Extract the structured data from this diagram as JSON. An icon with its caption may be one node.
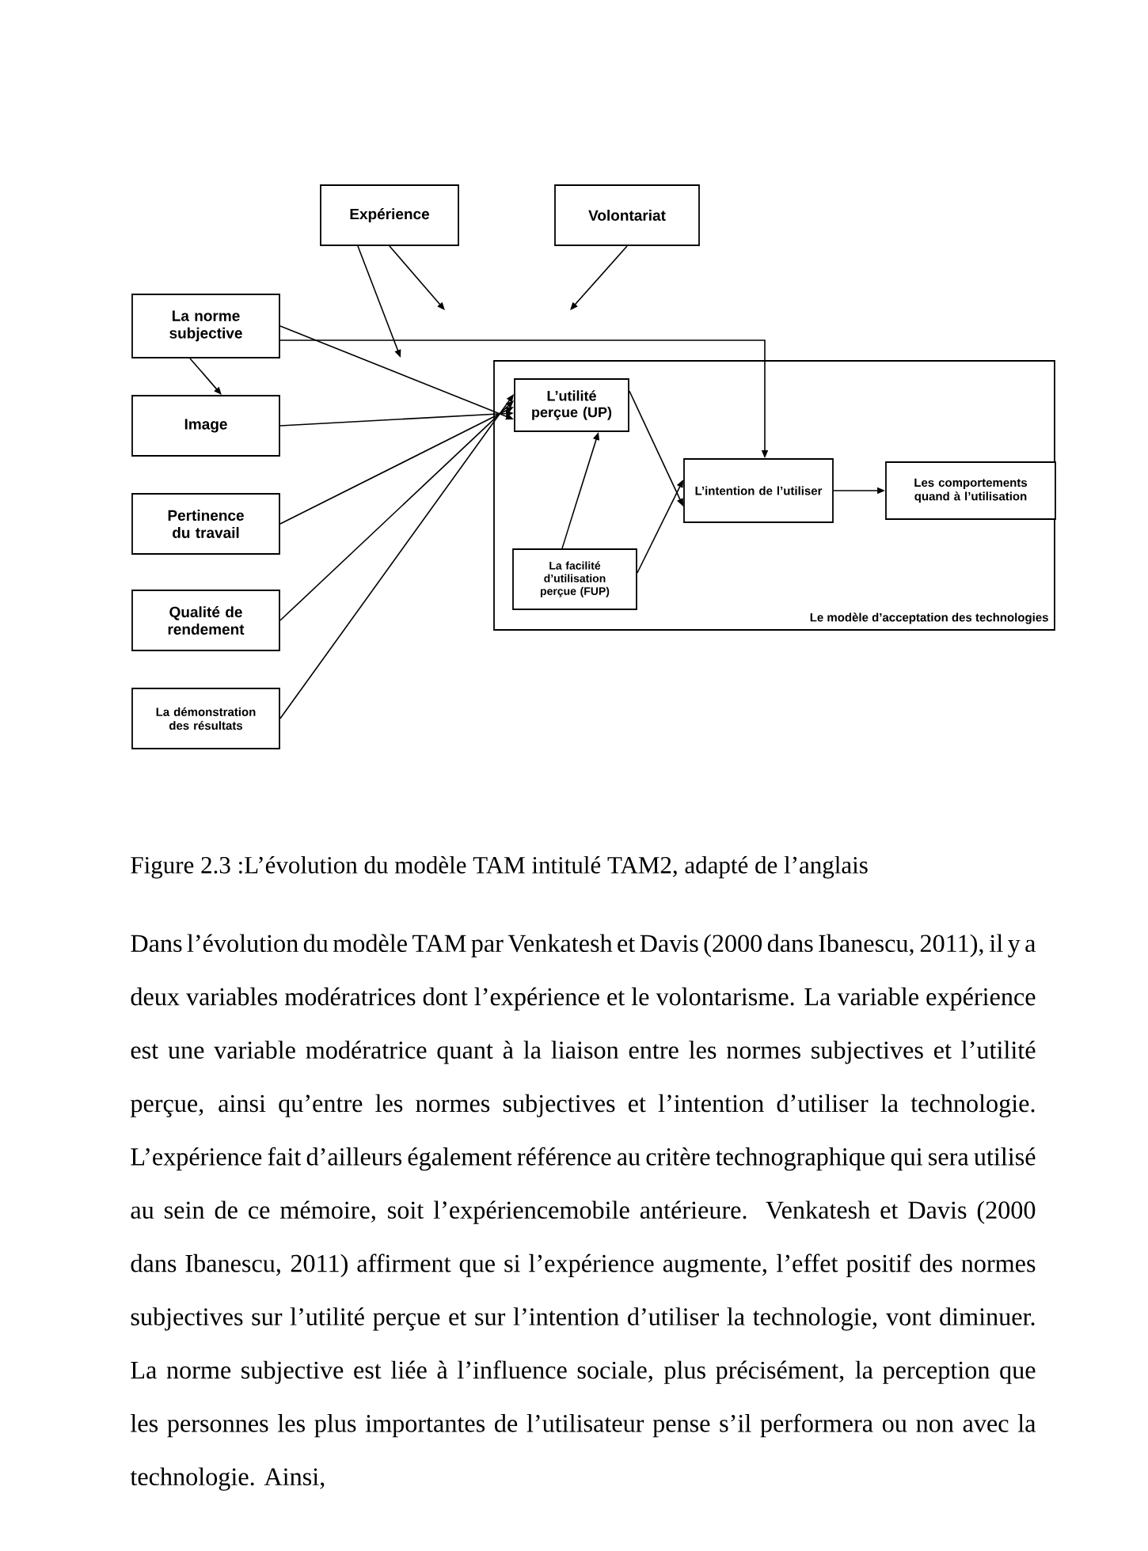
{
  "diagram": {
    "caption": "Figure 2.3 :L’évolution du modèle TAM intitulé TAM2, adapté de l’anglais",
    "nodes": [
      {
        "text": [
          "Expérience"
        ]
      },
      {
        "text": [
          "Volontariat"
        ]
      },
      {
        "text": [
          "La norme subjective"
        ]
      },
      {
        "text": [
          "Image"
        ]
      },
      {
        "text": [
          "Pertinence du travail"
        ]
      },
      {
        "text": [
          "Qualité de rendement"
        ]
      },
      {
        "text": [
          "La démonstration des résultats"
        ]
      },
      {
        "text": [
          "Le modèle d’acceptation des technologies"
        ]
      },
      {
        "text": [
          "L’utilité perçue (UP)"
        ],
        "in": 7
      },
      {
        "text": [
          "La facilité d’utilisation perçue (FUP)"
        ],
        "in": 7
      },
      {
        "text": [
          "L’intention de l’utiliser"
        ],
        "in": 7
      },
      {
        "text": [
          "Les comportements quand à l’utilisation"
        ],
        "in": 7
      }
    ],
    "edges": [
      {
        "from": 2,
        "to": 10,
        "arrow": "to"
      },
      {
        "from": 0,
        "to": null,
        "arrow": "to"
      },
      {
        "from": 0,
        "to": null,
        "arrow": "to"
      },
      {
        "from": 1,
        "to": null,
        "arrow": "to"
      },
      {
        "from": 2,
        "to": 3,
        "arrow": "to"
      },
      {
        "from": 2,
        "to": 8,
        "arrow": "to"
      },
      {
        "from": 3,
        "to": 8,
        "arrow": "to"
      },
      {
        "from": 4,
        "to": 8,
        "arrow": "to"
      },
      {
        "from": 5,
        "to": 8,
        "arrow": "to"
      },
      {
        "from": 6,
        "to": 8,
        "arrow": "to"
      },
      {
        "from": 9,
        "to": 8,
        "arrow": "to"
      },
      {
        "from": 8,
        "to": 10,
        "arrow": "to"
      },
      {
        "from": 9,
        "to": 10,
        "arrow": "to"
      },
      {
        "from": 10,
        "to": 11,
        "arrow": "to"
      }
    ],
    "labels": [
      "Dans l’évolution du modèle TAM par Venkatesh et Davis (2000 dans Ibanescu, 2011), il y a deux variables modératrices dont l’expérience et le volontarisme. La variable expérience est une variable modératrice quant à la liaison entre les normes subjectives et l’utilité perçue, ainsi qu’entre les normes subjectives et l’intention d’utiliser la technologie. L’expérience fait d’ailleurs également référence au critère technographique qui sera utilisé au sein de ce mémoire, soit l’expériencemobile antérieure. Venkatesh et Davis (2000 dans Ibanescu, 2011) affirment que si l’expérience augmente, l’effet positif des normes subjectives sur l’utilité perçue et sur l’intention d’utiliser la technologie, vont diminuer. La norme subjective est liée à l’influence sociale, plus précisément, la perception que les personnes les plus importantes de l’utilisateur pense s’il performera ou non avec la technologie. Ainsi,"
    ]
  }
}
